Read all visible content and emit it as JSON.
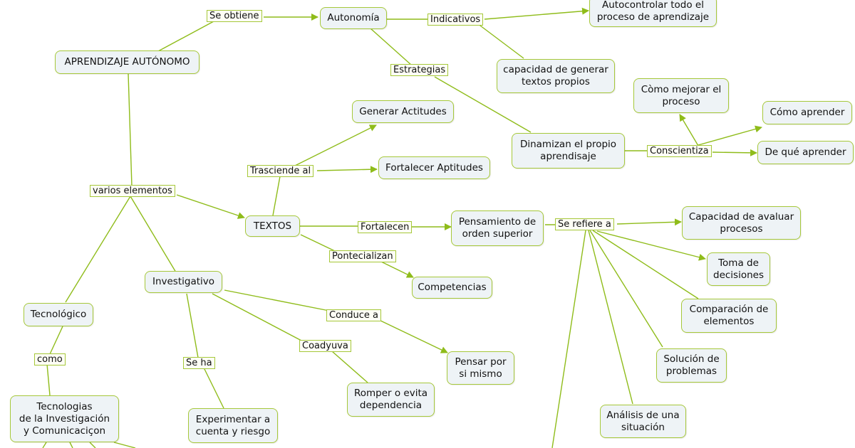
{
  "colors": {
    "line": "#8fbc1a",
    "node_border": "#a6c83a",
    "node_fill": "#eef3f6",
    "label_fill": "#fdfdf5"
  },
  "nodes": {
    "aprendizaje": "APRENDIZAJE AUTÓNOMO",
    "autonomia": "Autonomía",
    "autocontrolar": "Autocontrolar todo el\nproceso de aprendizaje",
    "capacidad_textos": "capacidad de generar\ntextos propios",
    "como_mejorar": "Còmo mejorar el\nproceso",
    "como_aprender": "Cómo aprender",
    "que_aprender": "De qué aprender",
    "dinamizan": "Dinamizan el propio\naprendisaje",
    "generar_actitudes": "Generar Actitudes",
    "fortalecer_aptitudes": "Fortalecer Aptitudes",
    "textos": "TEXTOS",
    "pensamiento": "Pensamiento de\norden superior",
    "capacidad_evaluar": "Capacidad de avaluar\nprocesos",
    "toma_decisiones": "Toma de\ndecisiones",
    "comparacion": "Comparación de\nelementos",
    "solucion": "Solución de\nproblemas",
    "analisis": "Análisis de una\nsituación",
    "competencias": "Competencias",
    "investigativo": "Investigativo",
    "tecnologico": "Tecnológico",
    "tecnologias": "Tecnologias\nde la Investigación\ny Comunicaciçon",
    "experimentar": "Experimentar a\ncuenta y riesgo",
    "romper": "Romper o evita\ndependencia",
    "pensar": "Pensar por\nsi mismo"
  },
  "labels": {
    "se_obtiene": "Se obtiene",
    "indicativos": "Indicativos",
    "estrategias": "Estrategias",
    "conscientiza": "Conscientiza",
    "trasciende": "Trasciende al",
    "varios": "varios elementos",
    "fortalecen": "Fortalecen",
    "se_refiere": "Se refiere a",
    "pontecializan": "Pontecializan",
    "conduce": "Conduce a",
    "coadyuva": "Coadyuva",
    "se_ha": "Se ha",
    "como": "como"
  }
}
